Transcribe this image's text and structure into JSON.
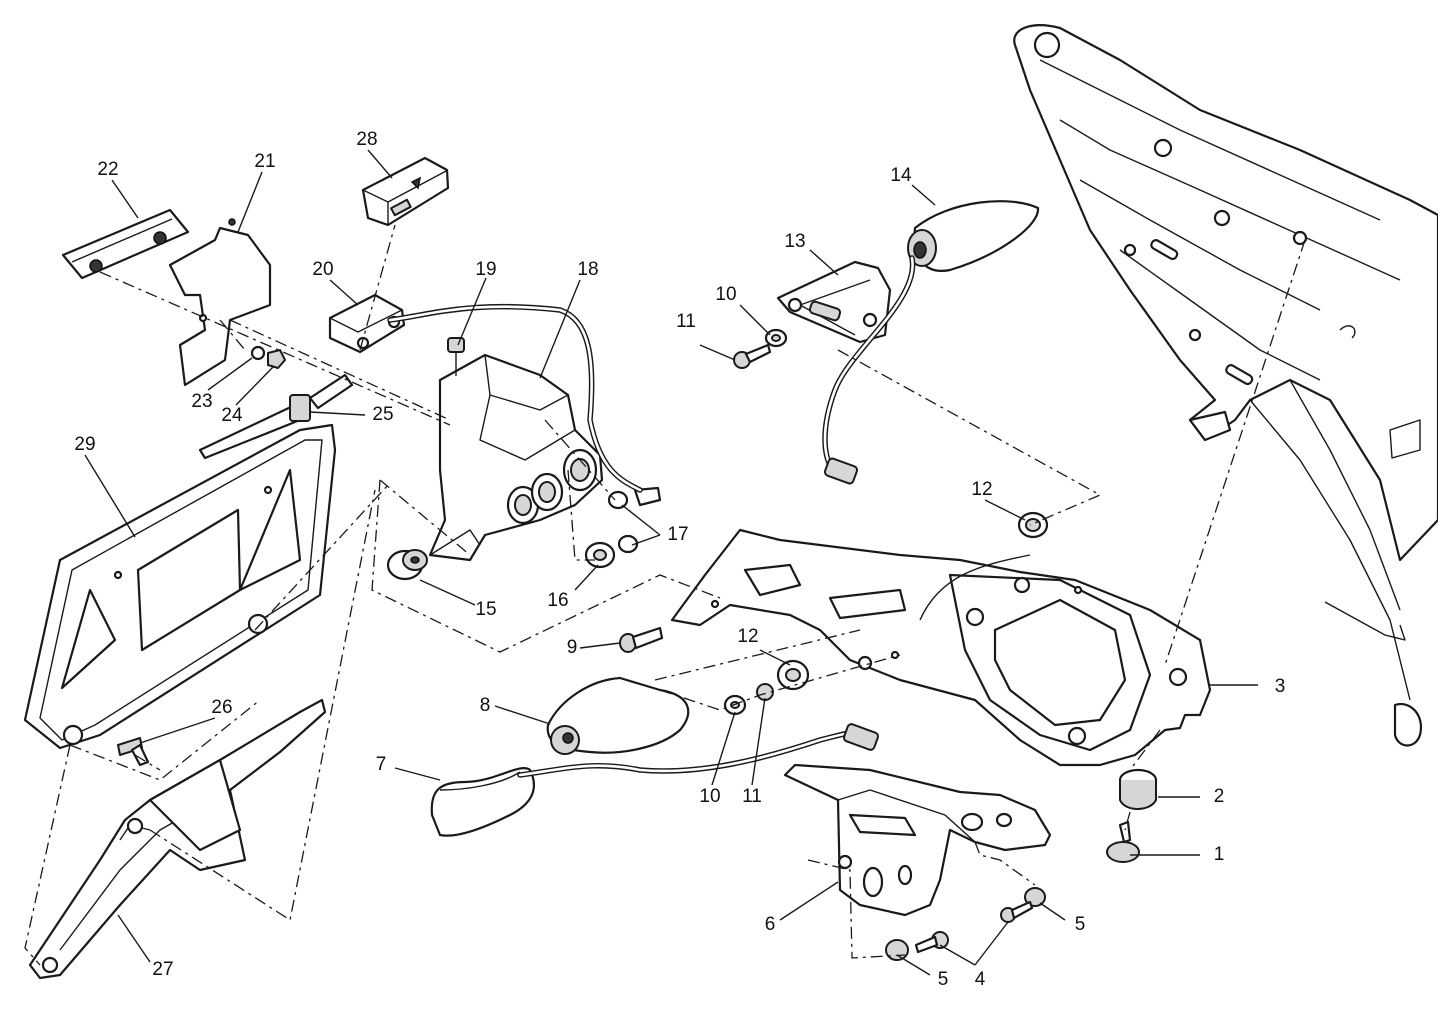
{
  "diagram": {
    "callouts": [
      {
        "id": "1",
        "text": "1"
      },
      {
        "id": "2",
        "text": "2"
      },
      {
        "id": "3",
        "text": "3"
      },
      {
        "id": "4",
        "text": "4"
      },
      {
        "id": "5a",
        "text": "5"
      },
      {
        "id": "5b",
        "text": "5"
      },
      {
        "id": "6",
        "text": "6"
      },
      {
        "id": "7",
        "text": "7"
      },
      {
        "id": "8",
        "text": "8"
      },
      {
        "id": "9",
        "text": "9"
      },
      {
        "id": "10a",
        "text": "10"
      },
      {
        "id": "10b",
        "text": "10"
      },
      {
        "id": "11a",
        "text": "11"
      },
      {
        "id": "11b",
        "text": "11"
      },
      {
        "id": "12a",
        "text": "12"
      },
      {
        "id": "12b",
        "text": "12"
      },
      {
        "id": "13",
        "text": "13"
      },
      {
        "id": "14",
        "text": "14"
      },
      {
        "id": "15",
        "text": "15"
      },
      {
        "id": "16",
        "text": "16"
      },
      {
        "id": "17",
        "text": "17"
      },
      {
        "id": "18",
        "text": "18"
      },
      {
        "id": "19",
        "text": "19"
      },
      {
        "id": "20",
        "text": "20"
      },
      {
        "id": "21",
        "text": "21"
      },
      {
        "id": "22",
        "text": "22"
      },
      {
        "id": "23",
        "text": "23"
      },
      {
        "id": "24",
        "text": "24"
      },
      {
        "id": "25",
        "text": "25"
      },
      {
        "id": "26",
        "text": "26"
      },
      {
        "id": "27",
        "text": "27"
      },
      {
        "id": "28",
        "text": "28"
      },
      {
        "id": "29",
        "text": "29"
      }
    ]
  }
}
